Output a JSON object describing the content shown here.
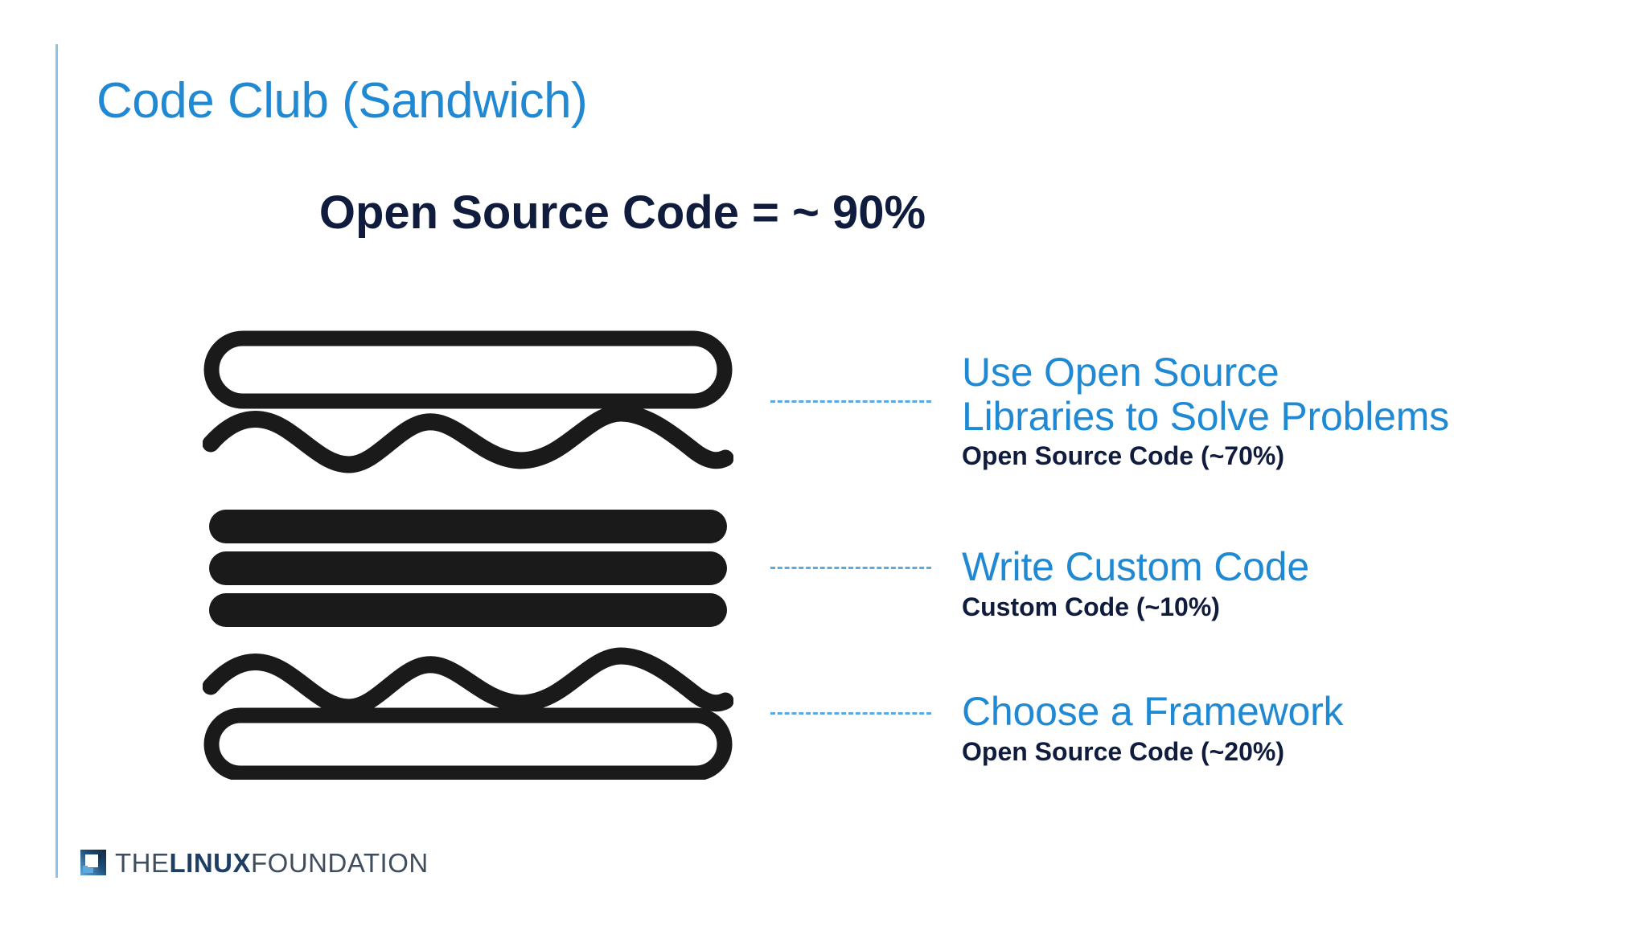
{
  "slide": {
    "title": "Code Club (Sandwich)",
    "headline": "Open Source Code = ~ 90%",
    "background_color": "#ffffff",
    "accent_color": "#2089d4",
    "navy_color": "#101c3d",
    "rule_color": "#8cc3ea",
    "connector_color": "#5aaae2"
  },
  "diagram": {
    "name": "sandwich-layers",
    "stroke_color": "#1a1a1a",
    "layers": [
      {
        "id": "top-bun",
        "shape": "rounded-rect-outline",
        "label": "top bun"
      },
      {
        "id": "lettuce-top",
        "shape": "wave",
        "label": "lettuce"
      },
      {
        "id": "filling-1",
        "shape": "rounded-bar-solid",
        "label": "filling"
      },
      {
        "id": "filling-2",
        "shape": "rounded-bar-solid",
        "label": "filling"
      },
      {
        "id": "filling-3",
        "shape": "rounded-bar-solid",
        "label": "filling"
      },
      {
        "id": "lettuce-bottom",
        "shape": "wave",
        "label": "lettuce"
      },
      {
        "id": "bottom-bun",
        "shape": "rounded-rect-outline",
        "label": "bottom bun"
      }
    ]
  },
  "callouts": [
    {
      "id": "use-open-source-libraries",
      "title": "Use Open Source\nLibraries to Solve Problems",
      "subtitle": "Open Source Code (~70%)",
      "percent": 70,
      "kind": "Open Source Code"
    },
    {
      "id": "write-custom-code",
      "title": "Write Custom Code",
      "subtitle": "Custom Code (~10%)",
      "percent": 10,
      "kind": "Custom Code"
    },
    {
      "id": "choose-a-framework",
      "title": "Choose a Framework",
      "subtitle": "Open Source Code (~20%)",
      "percent": 20,
      "kind": "Open Source Code"
    }
  ],
  "footer": {
    "logo": {
      "icon": "linux-foundation-mark",
      "word_the": "THE",
      "word_linux": "LINUX",
      "word_foundation": "FOUNDATION"
    }
  }
}
